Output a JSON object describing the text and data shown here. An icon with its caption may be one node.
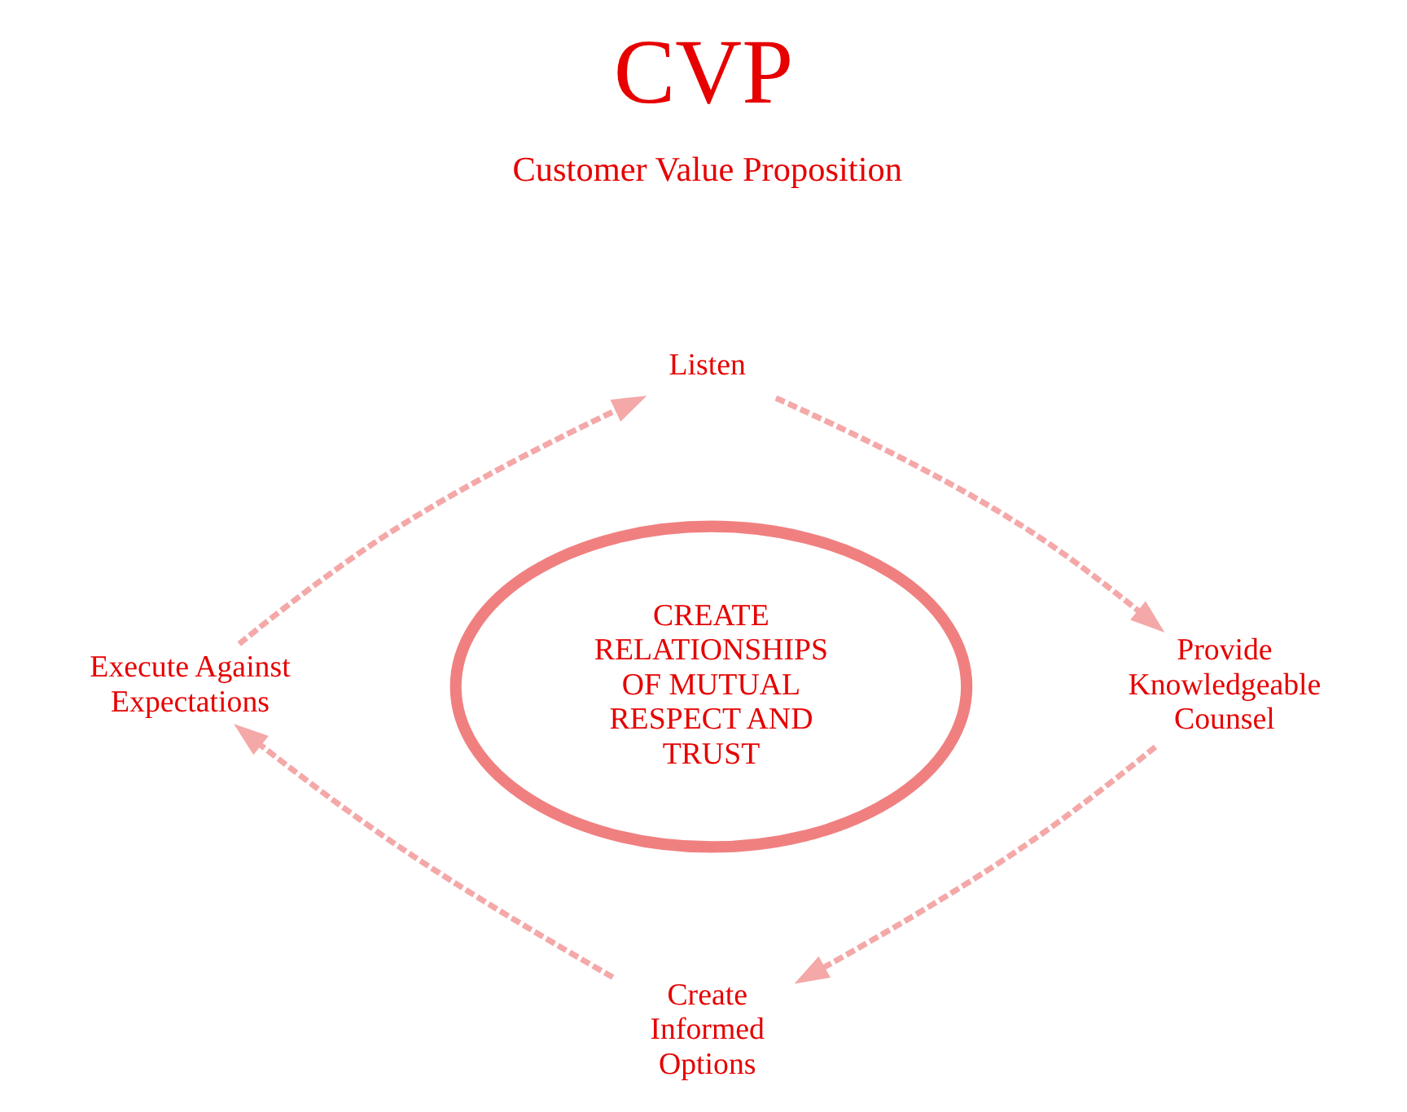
{
  "diagram": {
    "title": "CVP",
    "nodes": [
      {
        "text": [
          "Listen"
        ]
      },
      {
        "text": [
          "Execute Against Expectations"
        ]
      },
      {
        "text": [
          "CREATE RELATIONSHIPS OF MUTUAL RESPECT AND TRUST"
        ]
      },
      {
        "text": [
          "Provide Knowledgeable Counsel"
        ]
      },
      {
        "text": [
          "Create Informed Options"
        ]
      }
    ],
    "edges": [
      {
        "from": 0,
        "to": 3,
        "arrow": "to",
        "style": "dashed"
      },
      {
        "from": 3,
        "to": 4,
        "arrow": "to",
        "style": "dashed"
      },
      {
        "from": 4,
        "to": 1,
        "arrow": "to",
        "style": "dashed"
      },
      {
        "from": 1,
        "to": 0,
        "arrow": "to",
        "style": "dashed"
      }
    ],
    "labels": [
      "Customer Value Proposition"
    ]
  }
}
